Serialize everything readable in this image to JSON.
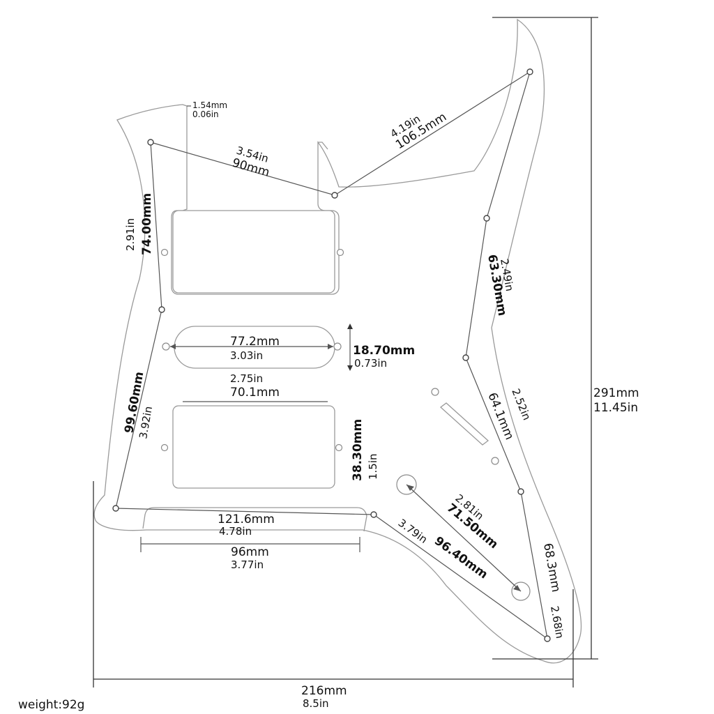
{
  "weight": "weight:92g",
  "overall": {
    "width_mm": "216mm",
    "width_in": "8.5in",
    "height_mm": "291mm",
    "height_in": "11.45in"
  },
  "dimensions": {
    "thickness_mm": "1.54mm",
    "thickness_in": "0.06in",
    "top_left_in": "3.54in",
    "top_left_mm": "90mm",
    "top_right_in": "4.19in",
    "top_right_mm": "106.5mm",
    "left_upper_in": "2.91in",
    "left_upper_mm": "74.00mm",
    "left_lower_mm": "99.60mm",
    "left_lower_in": "3.92in",
    "single_coil_mm": "77.2mm",
    "single_coil_in": "3.03in",
    "single_height_mm": "18.70mm",
    "single_height_in": "0.73in",
    "humbucker_in": "2.75in",
    "humbucker_mm": "70.1mm",
    "humbucker_height_mm": "38.30mm",
    "humbucker_height_in": "1.5in",
    "bottom_mm": "121.6mm",
    "bottom_in": "4.78in",
    "bridge_mm": "96mm",
    "bridge_in": "3.77in",
    "right_upper_in": "2.49in",
    "right_upper_mm": "63.30mm",
    "right_mid_in": "2.52in",
    "right_mid_mm": "64.1mm",
    "knobs_in": "2.81in",
    "knobs_mm": "71.50mm",
    "bottom_diag_in": "3.79in",
    "bottom_diag_mm": "96.40mm",
    "right_lower_mm": "68.3mm",
    "right_lower_in": "2.68in"
  }
}
